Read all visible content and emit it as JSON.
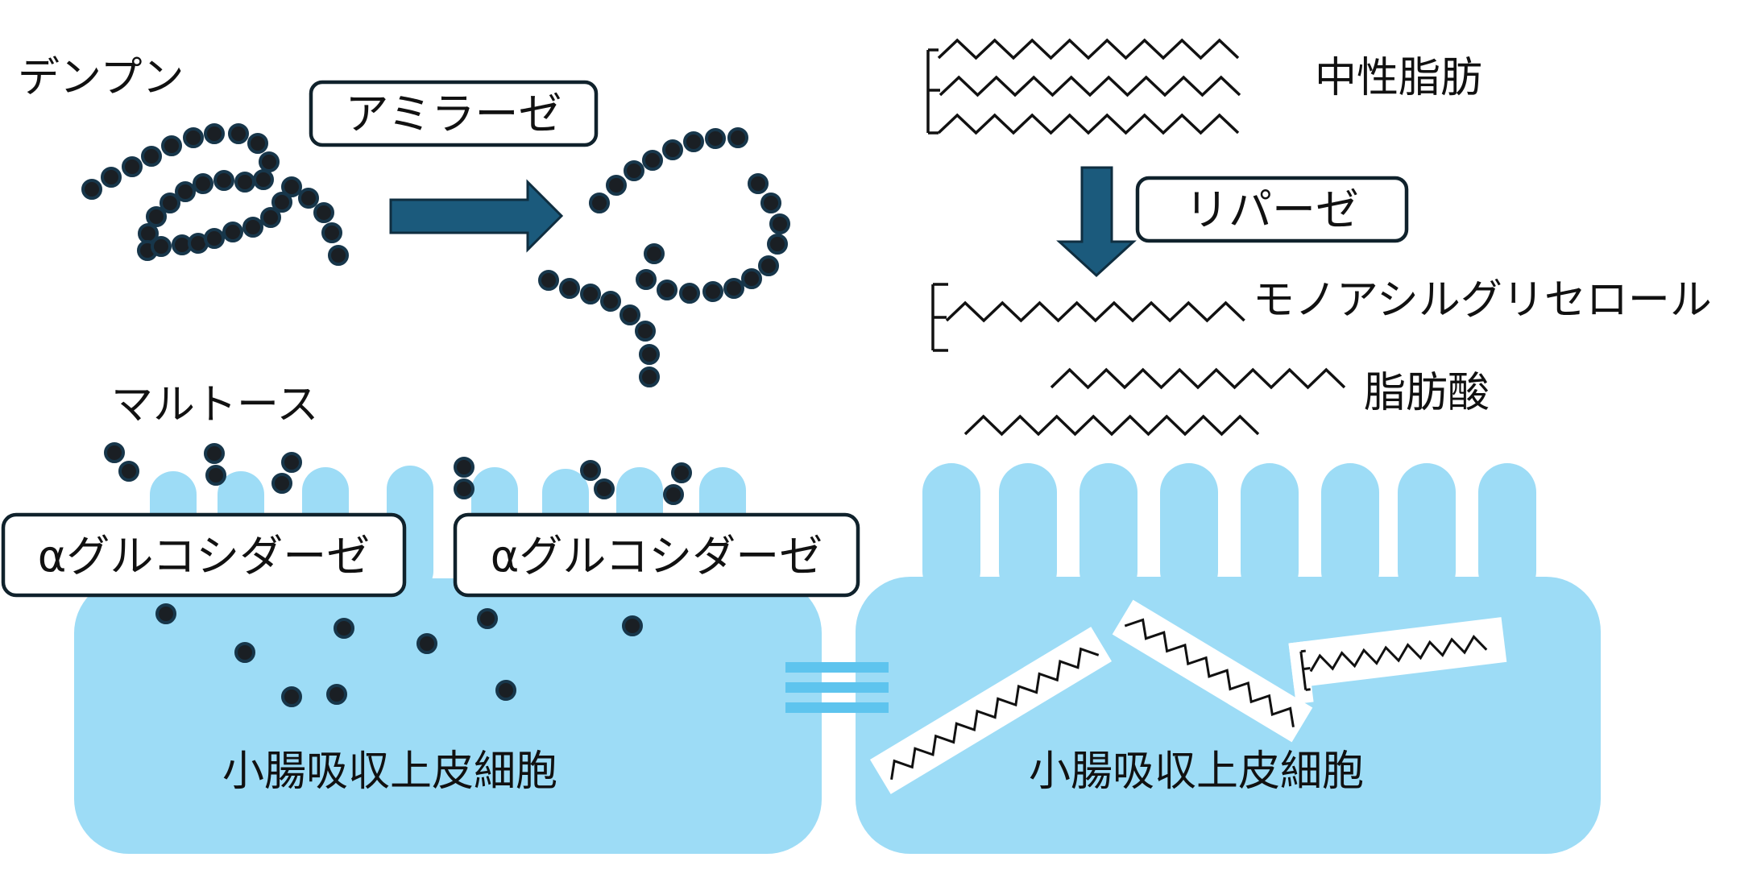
{
  "labels": {
    "starch": "デンプン",
    "maltose": "マルトース",
    "triglyceride": "中性脂肪",
    "monoacylglycerol": "モノアシルグリセロール",
    "fatty_acid": "脂肪酸",
    "cell_left": "小腸吸収上皮細胞",
    "cell_right": "小腸吸収上皮細胞"
  },
  "enzymes": {
    "amylase": "アミラーゼ",
    "lipase": "リパーゼ",
    "alpha_glucosidase_1": "αグルコシダーゼ",
    "alpha_glucosidase_2": "αグルコシダーゼ"
  },
  "colors": {
    "cell": "#9ddcf6",
    "arrow": "#1b5a7c",
    "equals": "#5ec4ee",
    "bead": "#1a1f24",
    "bead_ring": "#17364a",
    "box_border": "#10222c"
  },
  "icons": {
    "reaction_arrow": "right-arrow",
    "lipase_arrow": "down-arrow",
    "equivalence": "equals-sign"
  }
}
